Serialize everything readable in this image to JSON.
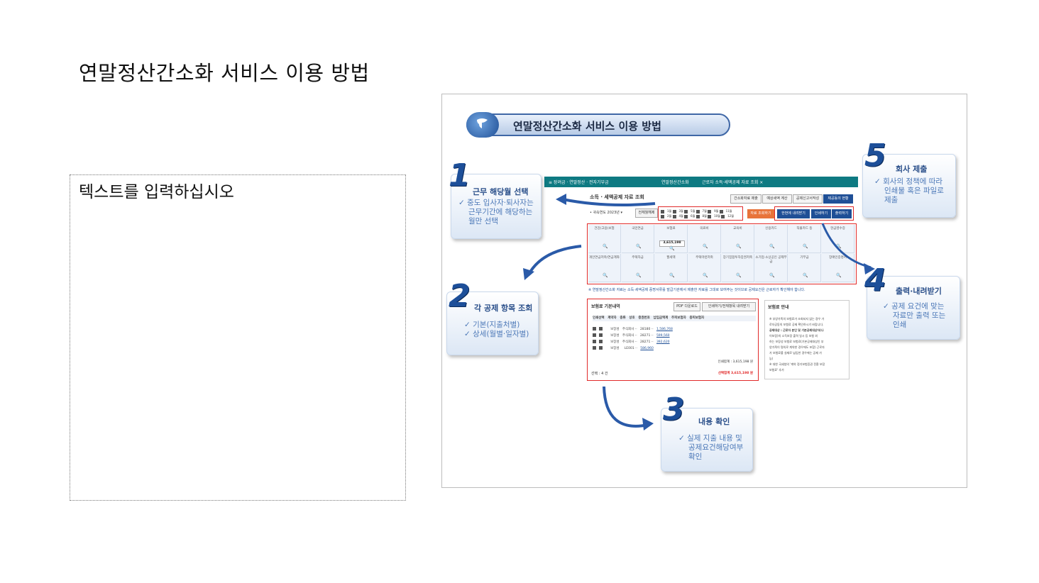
{
  "slide": {
    "title": "연말정산간소화 서비스 이용 방법",
    "textbox_placeholder": "텍스트를 입력하십시오"
  },
  "figure": {
    "banner_title": "연말정산간소화 서비스 이용 방법",
    "steps": [
      {
        "number": "1",
        "title": "근무 해당월 선택",
        "desc": [
          "✓ 중도 입사자·퇴사자는",
          "근무기간에 해당하는",
          "월만 선택"
        ]
      },
      {
        "number": "2",
        "title": "각 공제 항목 조회",
        "desc": [
          "✓ 기본(지출처별)",
          "✓ 상세(월별·일자별)"
        ]
      },
      {
        "number": "3",
        "title": "내용 확인",
        "desc": [
          "✓ 실제 지출 내용 및",
          "공제요건해당여부",
          "확인"
        ]
      },
      {
        "number": "4",
        "title": "출력·내려받기",
        "desc": [
          "✓ 공제 요건에 맞는",
          "자료만 출력 또는",
          "인쇄"
        ]
      },
      {
        "number": "5",
        "title": "회사 제출",
        "desc": [
          "✓ 회사의 정책에 따라",
          "인쇄물 혹은 파일로",
          "제출"
        ]
      }
    ],
    "web": {
      "topbar": [
        "≡ 장려금 · 연말정산 · 전자기부금",
        "연말정산간소화",
        "근로자 소득·세액공제 자료 조회 ×"
      ],
      "subtitle": "소득 · 세액공제 자료 조회",
      "top_buttons": [
        "간소화자료 제출",
        "예상세액 계산",
        "공제신고서작성",
        "제공동의 현황"
      ],
      "year_label": "• 귀속연도  2023년 ▾",
      "select_all": "전체월해제",
      "months": [
        "1월",
        "2월",
        "3월",
        "4월",
        "5월",
        "6월",
        "7월",
        "8월",
        "9월",
        "10월",
        "11월",
        "12월"
      ],
      "action_buttons": [
        "자료 조회하기",
        "한번에 내려받기",
        "인쇄하기",
        "출력하기"
      ],
      "categories_row1": [
        "건강(고용)보험",
        "국민연금",
        "보험료",
        "의료비",
        "교육비",
        "신용카드",
        "직불카드 등",
        "현금영수증"
      ],
      "categories_row2": [
        "개인연금저축/연금계좌",
        "주택자금",
        "월세액",
        "주택마련저축",
        "장기집합투자증권저축",
        "소기업·소상공인 공제부금",
        "기부금",
        "장애인증명서"
      ],
      "insurance_amount": "3,615,198",
      "notice": "※ 연말정산간소화 자료는 소득·세액공제 증명서류를 발급기관에서 제출한 자료를 그대로 보여주는 것이므로 공제요건은 근로자가 확인해야 합니다.",
      "left_panel": {
        "title": "보험료 기본내역",
        "btn_pdf": "PDF 다운로드",
        "btn_print": "인쇄하기/전체항목 내려받기",
        "headers": [
          "인쇄선택",
          "계약자",
          "종류",
          "상호",
          "증권번호",
          "납입금액계",
          "주피보험자",
          "종피보험자"
        ],
        "rows": [
          [
            "보장성",
            "주식회사 ··",
            "28180 ··",
            "1,586,768"
          ],
          [
            "보장성",
            "주식회사 ··",
            "28271 ··",
            "599,560"
          ],
          [
            "보장성",
            "주식회사 ··",
            "28271 ··",
            "392,620"
          ],
          [
            "보장성",
            "",
            "LE001 ··",
            "586,960"
          ]
        ],
        "total": "인쇄합계 : 3,615,198 원",
        "selected_count": "선택 : 4 건",
        "selected_total": "선택합계 3,615,198 원"
      },
      "right_panel": {
        "title": "보험료 안내",
        "lines": [
          "※ 부양가족의 보험료가 조회되지 않는 경우 가",
          "로자공동의 보험료 공제 확인하시기 바랍니다.",
          "공제대상 : 근로자 본인 및 기본공제대상자(나",
          "이보장)의 소득보장 출력 일시 등 보험 외",
          "하는 보장성 보험료 보험료(기본공제대상인 부",
          "양가족이 명의로 계약한 경우에도 포함) 근로자",
          "가 보험료를 실제로 납입한 경우에는 공제 가",
          "능)",
          "※ 대한 국세청의 '계약 정기보험증권 전환 보장",
          "보험료' 추가"
        ]
      }
    }
  },
  "colors": {
    "accent": "#1f4f96",
    "teal": "#0e7a82",
    "highlight": "#e12a2a",
    "step_text": "#4d79b8"
  }
}
